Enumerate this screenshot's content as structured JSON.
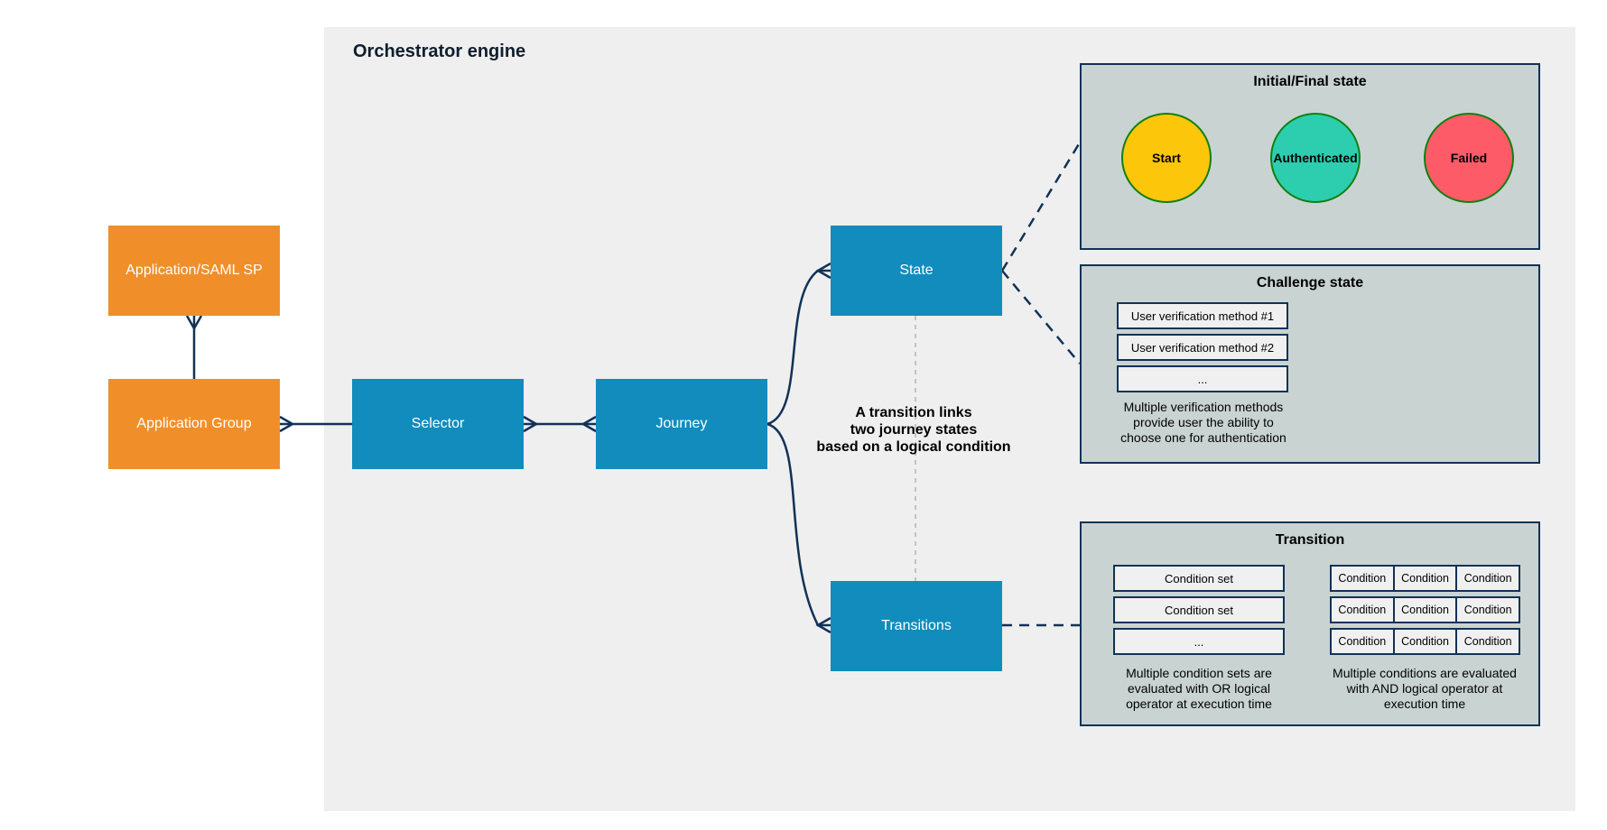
{
  "header": {
    "title": "Orchestrator engine"
  },
  "nodes": {
    "app_saml": {
      "label": "Application/SAML SP"
    },
    "app_group": {
      "label": "Application Group"
    },
    "selector": {
      "label": "Selector"
    },
    "journey": {
      "label": "Journey"
    },
    "state": {
      "label": "State"
    },
    "transitions": {
      "label": "Transitions"
    }
  },
  "note": "A transition links\ntwo journey states\nbased on a logical condition",
  "panels": {
    "initial_final": {
      "title": "Initial/Final state",
      "states": [
        {
          "label": "Start",
          "color": "#fcc60a"
        },
        {
          "label": "Authenticated",
          "color": "#2dceaf"
        },
        {
          "label": "Failed",
          "color": "#fc5b67"
        }
      ]
    },
    "challenge": {
      "title": "Challenge state",
      "methods": [
        "User verification method #1",
        "User verification method #2",
        "..."
      ],
      "caption": "Multiple verification methods\nprovide user the ability to\nchoose one for authentication"
    },
    "transition": {
      "title": "Transition",
      "condition_sets": [
        "Condition set",
        "Condition set",
        "..."
      ],
      "condition_rows": [
        [
          "Condition",
          "Condition",
          "Condition"
        ],
        [
          "Condition",
          "Condition",
          "Condition"
        ],
        [
          "Condition",
          "Condition",
          "Condition"
        ]
      ],
      "caption_or": "Multiple condition sets are\nevaluated with OR logical\noperator at execution time",
      "caption_and": "Multiple conditions are evaluated\nwith AND logical operator at\nexecution time"
    }
  },
  "colors": {
    "navy": "#113257",
    "node_blue": "#118cbc",
    "node_orange": "#f08f2a",
    "panel_bg": "#c9d4d2",
    "engine_bg": "#efefef",
    "row_bg": "#f0f0f0",
    "circle_border_green": "#108010",
    "gray_dash": "#b3b3b3"
  }
}
